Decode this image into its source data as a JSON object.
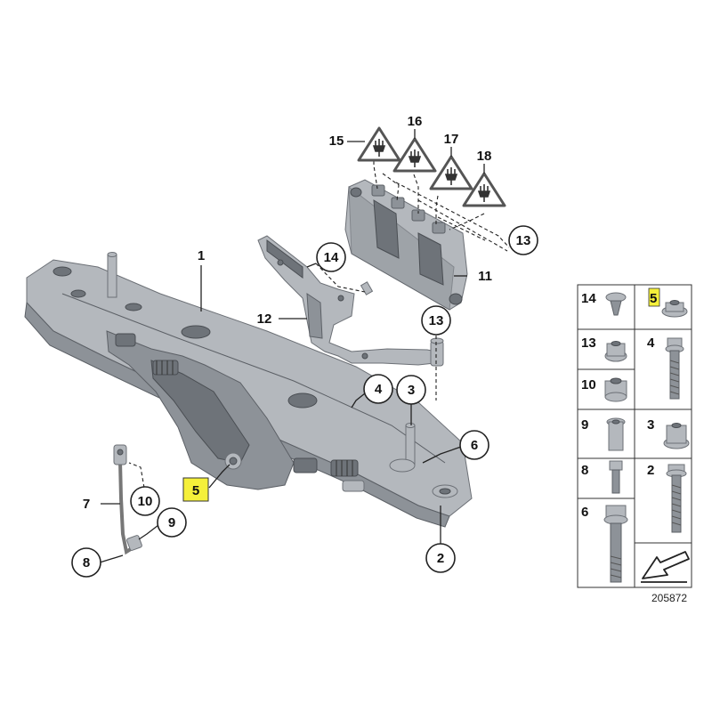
{
  "callouts": {
    "c1": "1",
    "c2": "2",
    "c3": "3",
    "c4": "4",
    "c5": "5",
    "c6": "6",
    "c7": "7",
    "c8": "8",
    "c9": "9",
    "c10": "10",
    "c11": "11",
    "c12": "12",
    "c13a": "13",
    "c13b": "13",
    "c14": "14",
    "c15": "15",
    "c16": "16",
    "c17": "17",
    "c18": "18"
  },
  "parts_table": {
    "r1_left": "14",
    "r1_right": "5",
    "r2_left": "13",
    "r2_right": "4",
    "r3_left": "10",
    "r4_left": "9",
    "r4_right": "3",
    "r5_left": "8",
    "r5_right": "2",
    "r6_left": "6"
  },
  "diagram_number": "205872",
  "colors": {
    "highlight": "#f5f03a",
    "part_gray": "#8d9298",
    "line": "#222222"
  },
  "icons": [
    "plug-warning-icon",
    "direction-arrow-icon"
  ]
}
